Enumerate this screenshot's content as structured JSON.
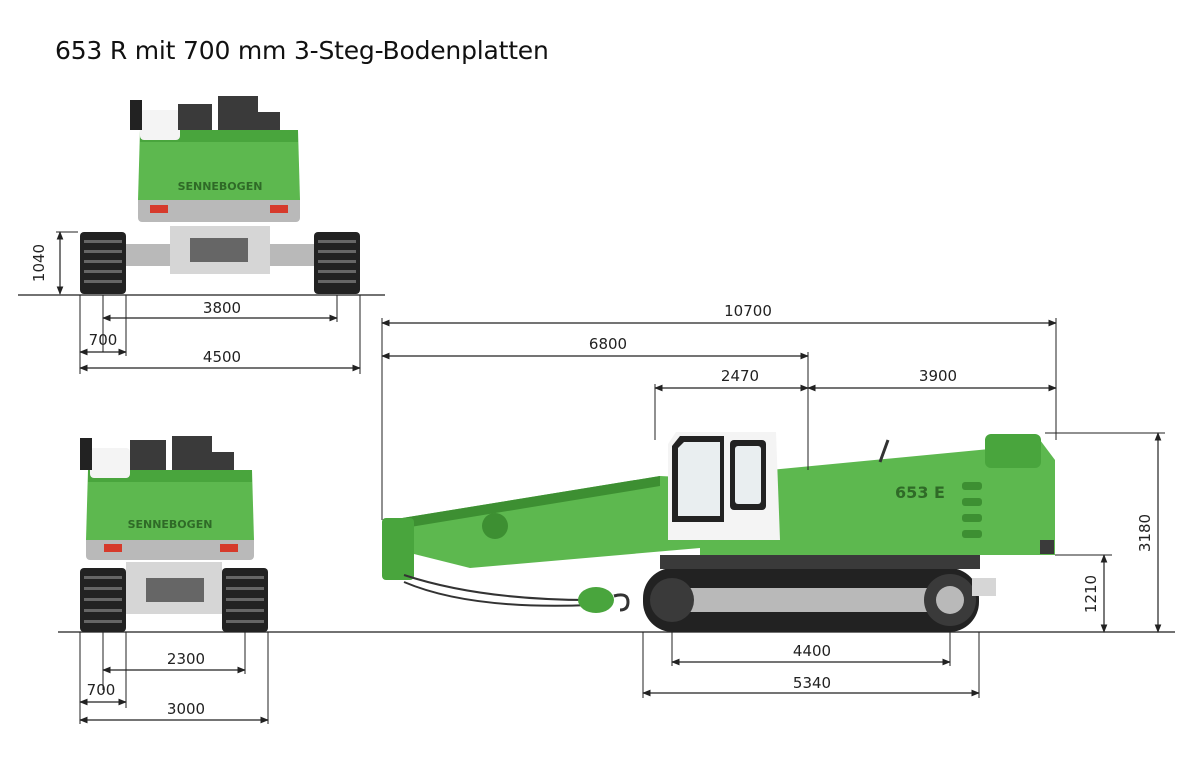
{
  "title": "653 R mit 700 mm 3-Steg-Bodenplatten",
  "brand": "SENNEBOGEN",
  "model_badge": "653 E",
  "dimensions": {
    "front_top": {
      "height": "1040",
      "track_center": "3800",
      "shoe": "700",
      "overall": "4500"
    },
    "front_bottom": {
      "track_center": "2300",
      "shoe": "700",
      "overall": "3000"
    },
    "side": {
      "overall_length": "10700",
      "front_to_pivot": "6800",
      "pivot_to_cab": "2470",
      "pivot_to_rear": "3900",
      "height_total": "3180",
      "height_deck": "1210",
      "track_length": "4400",
      "track_overall": "5340"
    }
  },
  "colors": {
    "machine_green": "#5db84f",
    "track_dark": "#2a2a2a",
    "tail_light": "#d63a2b"
  }
}
